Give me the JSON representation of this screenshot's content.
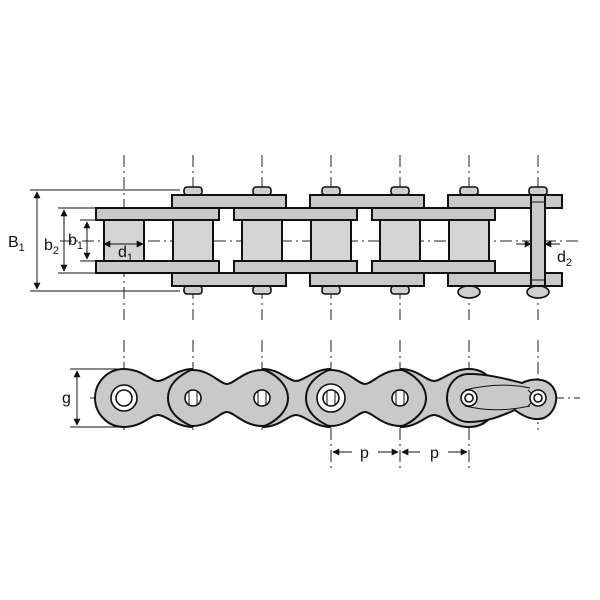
{
  "labels": {
    "B1_main": "B",
    "B1_sub": "1",
    "b2_main": "b",
    "b2_sub": "2",
    "b1_main": "b",
    "b1_sub": "1",
    "d1_main": "d",
    "d1_sub": "1",
    "d2_main": "d",
    "d2_sub": "2",
    "g": "g",
    "p_left": "p",
    "p_right": "p"
  },
  "colors": {
    "part_fill": "#c9c9c9",
    "outline": "#111111",
    "background": "#ffffff"
  }
}
